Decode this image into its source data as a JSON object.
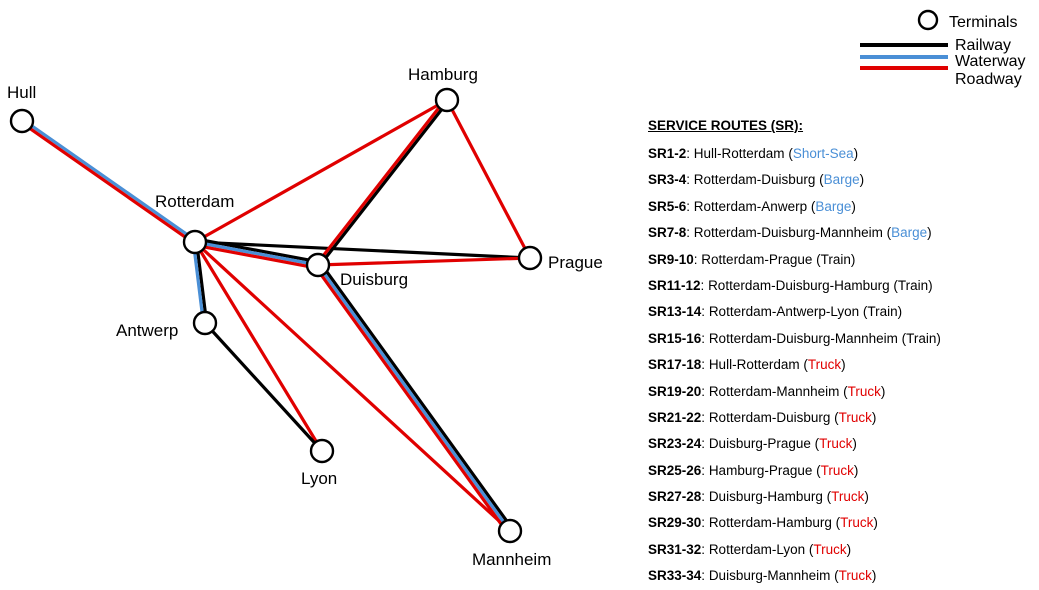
{
  "legend": [
    {
      "key": "terminals",
      "label": "Terminals"
    },
    {
      "key": "railway",
      "label": "Railway",
      "color": "#000000"
    },
    {
      "key": "waterway",
      "label": "Waterway",
      "color": "#4a8fd6"
    },
    {
      "key": "roadway",
      "label": "Roadway",
      "color": "#e00000"
    }
  ],
  "nodes": {
    "hull": "Hull",
    "hamburg": "Hamburg",
    "rotterdam": "Rotterdam",
    "duisburg": "Duisburg",
    "prague": "Prague",
    "antwerp": "Antwerp",
    "lyon": "Lyon",
    "mannheim": "Mannheim"
  },
  "links": [
    {
      "from": "hull",
      "to": "rotterdam",
      "modes": [
        "waterway",
        "roadway"
      ]
    },
    {
      "from": "rotterdam",
      "to": "hamburg",
      "modes": [
        "roadway"
      ]
    },
    {
      "from": "rotterdam",
      "to": "prague",
      "modes": [
        "railway"
      ]
    },
    {
      "from": "rotterdam",
      "to": "duisburg",
      "modes": [
        "railway",
        "waterway",
        "roadway"
      ]
    },
    {
      "from": "rotterdam",
      "to": "antwerp",
      "modes": [
        "railway",
        "waterway"
      ]
    },
    {
      "from": "rotterdam",
      "to": "lyon",
      "modes": [
        "roadway"
      ]
    },
    {
      "from": "rotterdam",
      "to": "mannheim",
      "modes": [
        "roadway"
      ]
    },
    {
      "from": "antwerp",
      "to": "lyon",
      "modes": [
        "railway"
      ]
    },
    {
      "from": "hamburg",
      "to": "duisburg",
      "modes": [
        "railway",
        "roadway"
      ]
    },
    {
      "from": "hamburg",
      "to": "prague",
      "modes": [
        "roadway"
      ]
    },
    {
      "from": "duisburg",
      "to": "prague",
      "modes": [
        "roadway"
      ]
    },
    {
      "from": "duisburg",
      "to": "mannheim",
      "modes": [
        "railway",
        "waterway",
        "roadway"
      ]
    }
  ],
  "routes_title": "SERVICE ROUTES (SR):",
  "routes": [
    {
      "code": "SR1-2",
      "path": "Hull-Rotterdam",
      "mode": "Short-Sea",
      "mode_type": "sea"
    },
    {
      "code": "SR3-4",
      "path": "Rotterdam-Duisburg",
      "mode": "Barge",
      "mode_type": "sea"
    },
    {
      "code": "SR5-6",
      "path": "Rotterdam-Anwerp",
      "mode": "Barge",
      "mode_type": "sea"
    },
    {
      "code": "SR7-8",
      "path": "Rotterdam-Duisburg-Mannheim",
      "mode": "Barge",
      "mode_type": "sea"
    },
    {
      "code": "SR9-10",
      "path": "Rotterdam-Prague",
      "mode": "Train",
      "mode_type": "train"
    },
    {
      "code": "SR11-12",
      "path": "Rotterdam-Duisburg-Hamburg",
      "mode": "Train",
      "mode_type": "train"
    },
    {
      "code": "SR13-14",
      "path": "Rotterdam-Antwerp-Lyon",
      "mode": "Train",
      "mode_type": "train"
    },
    {
      "code": "SR15-16",
      "path": "Rotterdam-Duisburg-Mannheim",
      "mode": "Train",
      "mode_type": "train"
    },
    {
      "code": "SR17-18",
      "path": "Hull-Rotterdam",
      "mode": "Truck",
      "mode_type": "truck"
    },
    {
      "code": "SR19-20",
      "path": "Rotterdam-Mannheim",
      "mode": "Truck",
      "mode_type": "truck"
    },
    {
      "code": "SR21-22",
      "path": "Rotterdam-Duisburg",
      "mode": "Truck",
      "mode_type": "truck"
    },
    {
      "code": "SR23-24",
      "path": "Duisburg-Prague",
      "mode": "Truck",
      "mode_type": "truck"
    },
    {
      "code": "SR25-26",
      "path": "Hamburg-Prague",
      "mode": "Truck",
      "mode_type": "truck"
    },
    {
      "code": "SR27-28",
      "path": "Duisburg-Hamburg",
      "mode": "Truck",
      "mode_type": "truck"
    },
    {
      "code": "SR29-30",
      "path": "Rotterdam-Hamburg",
      "mode": "Truck",
      "mode_type": "truck"
    },
    {
      "code": "SR31-32",
      "path": "Rotterdam-Lyon",
      "mode": "Truck",
      "mode_type": "truck"
    },
    {
      "code": "SR33-34",
      "path": "Duisburg-Mannheim",
      "mode": "Truck",
      "mode_type": "truck"
    }
  ]
}
